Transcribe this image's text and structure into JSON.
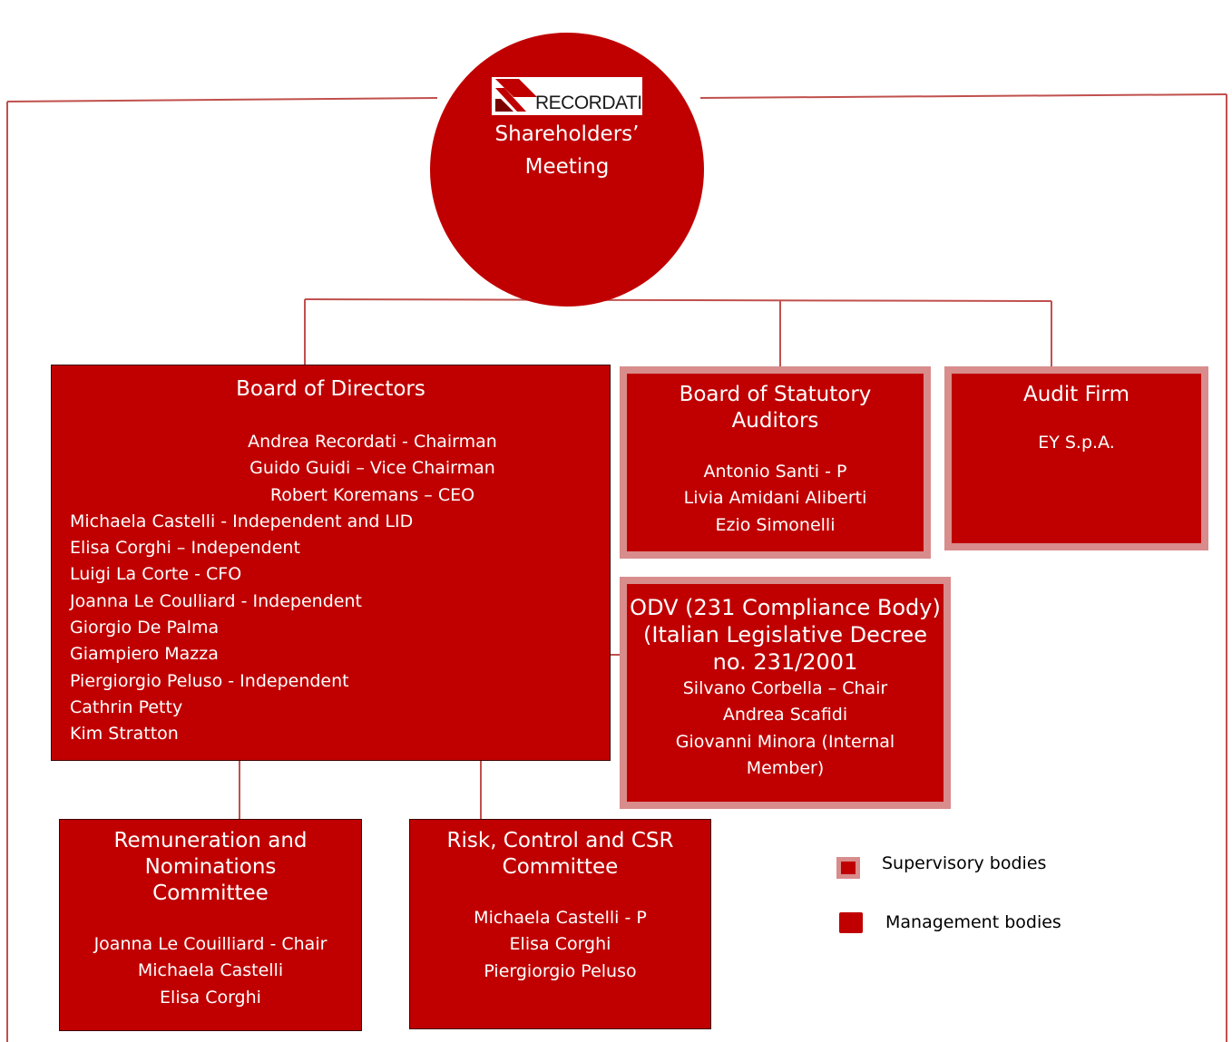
{
  "shareholders": {
    "logo_text": "RECORDATI",
    "title_line1": "Shareholders’",
    "title_line2": "Meeting"
  },
  "board": {
    "title": "Board of Directors",
    "centered_members": [
      "Andrea Recordati - Chairman",
      "Guido Guidi – Vice Chairman",
      "Robert Koremans – CEO"
    ],
    "left_members": [
      "Michaela Castelli - Independent and LID",
      "Elisa Corghi – Independent",
      "Luigi La Corte - CFO",
      "Joanna Le Coulliard - Independent",
      "Giorgio De Palma",
      "Giampiero Mazza",
      "Piergiorgio Peluso - Independent",
      "Cathrin Petty",
      "Kim Stratton"
    ]
  },
  "statutory": {
    "title_line1": "Board of Statutory",
    "title_line2": "Auditors",
    "members": [
      "Antonio Santi - P",
      "Livia Amidani Aliberti",
      "Ezio Simonelli"
    ]
  },
  "audit": {
    "title": "Audit Firm",
    "members": [
      "EY S.p.A."
    ]
  },
  "odv": {
    "title_lines": [
      "ODV (231 Compliance Body)",
      "(Italian Legislative Decree",
      "no. 231/2001"
    ],
    "members": [
      "Silvano Corbella – Chair",
      "Andrea Scafidi",
      "Giovanni Minora (Internal",
      "Member)"
    ]
  },
  "remuneration": {
    "title_lines": [
      "Remuneration and",
      "Nominations",
      "Committee"
    ],
    "members": [
      "Joanna Le Couilliard - Chair",
      "Michaela Castelli",
      "Elisa Corghi"
    ]
  },
  "risk": {
    "title_lines": [
      "Risk, Control and CSR",
      "Committee"
    ],
    "members": [
      "Michaela Castelli - P",
      "Elisa Corghi",
      "Piergiorgio Peluso"
    ]
  },
  "legend": {
    "supervisory": "Supervisory bodies",
    "management": "Management bodies"
  },
  "colors": {
    "body_fill": "#c00000",
    "supervisory_border": "#d88c8c",
    "connector": "#c0504d"
  }
}
